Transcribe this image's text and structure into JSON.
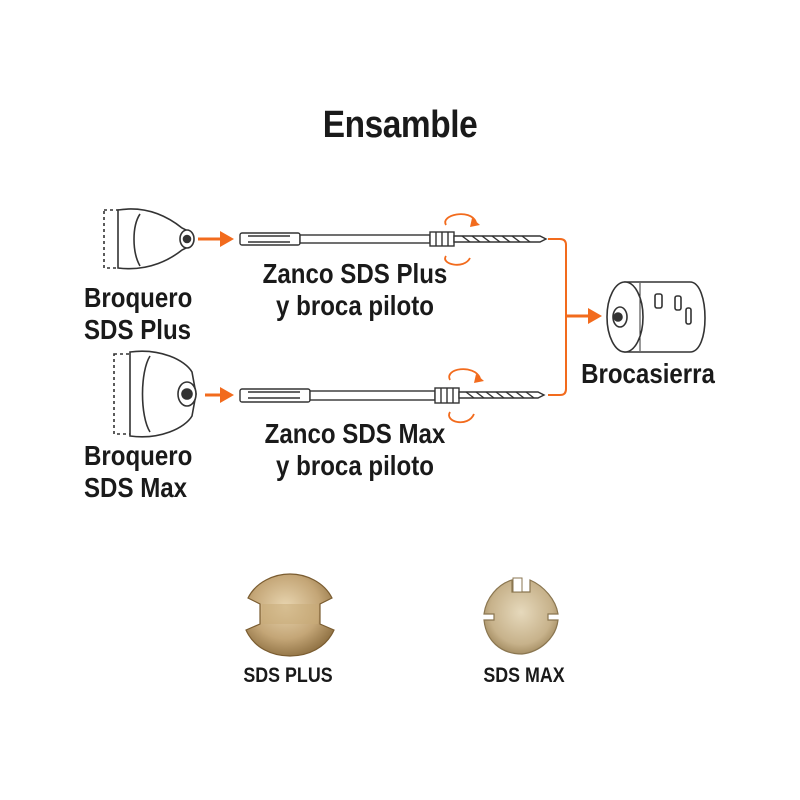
{
  "title": "Ensamble",
  "colors": {
    "accent": "#f26b1d",
    "outline": "#333333",
    "metal": "#c9b28a"
  },
  "labels": {
    "chuck_plus": [
      "Broquero",
      "SDS Plus"
    ],
    "chuck_max": [
      "Broquero",
      "SDS Max"
    ],
    "shank_plus": [
      "Zanco SDS Plus",
      "y broca piloto"
    ],
    "shank_max": [
      "Zanco SDS Max",
      "y broca piloto"
    ],
    "holesaw": "Brocasierra"
  },
  "profiles": {
    "plus": "SDS PLUS",
    "max": "SDS MAX"
  }
}
